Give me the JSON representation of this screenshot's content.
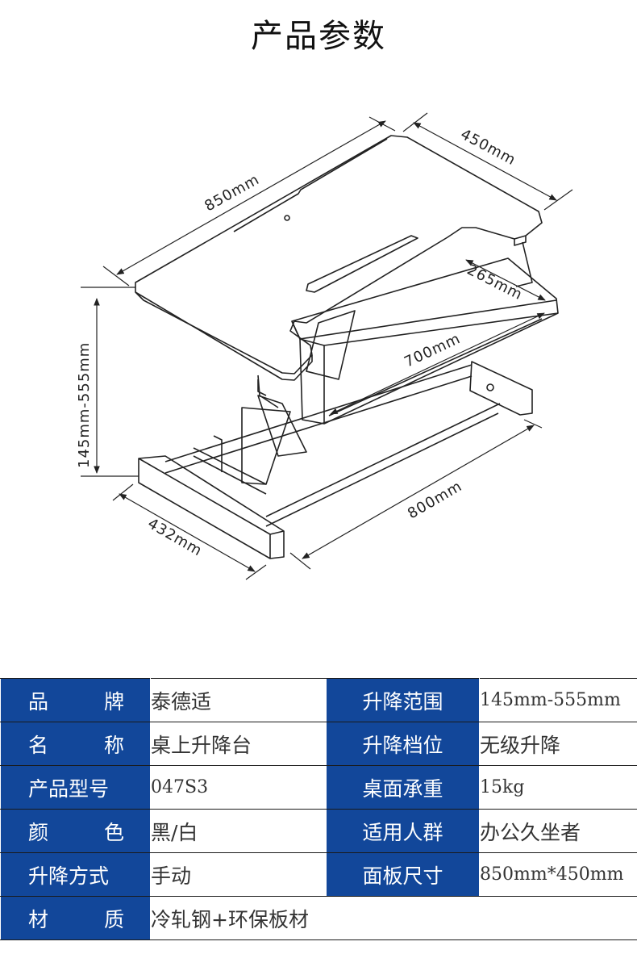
{
  "title": "产品参数",
  "dimensions": {
    "width": "850mm",
    "depth": "450mm",
    "tray_depth": "265mm",
    "tray_width": "700mm",
    "height_range": "145mm-555mm",
    "base_length": "800mm",
    "base_width": "432mm"
  },
  "specs": [
    {
      "k1": [
        "品",
        "牌"
      ],
      "v1": "泰德适",
      "k2": "升降范围",
      "v2": "145mm-555mm"
    },
    {
      "k1": [
        "名",
        "称"
      ],
      "v1": "桌上升降台",
      "k2": "升降档位",
      "v2": "无级升降"
    },
    {
      "k1": [
        "产品型号"
      ],
      "v1": "047S3",
      "k2": "桌面承重",
      "v2": "15kg"
    },
    {
      "k1": [
        "颜",
        "色"
      ],
      "v1": "黑/白",
      "k2": "适用人群",
      "v2": "办公久坐者"
    },
    {
      "k1": [
        "升降方式"
      ],
      "v1": "手动",
      "k2": "面板尺寸",
      "v2": "850mm*450mm"
    },
    {
      "k1": [
        "材",
        "质"
      ],
      "v1": "冷轧钢+环保板材"
    }
  ],
  "colors": {
    "header_bg": "#12479a",
    "header_text": "#ffffff"
  }
}
